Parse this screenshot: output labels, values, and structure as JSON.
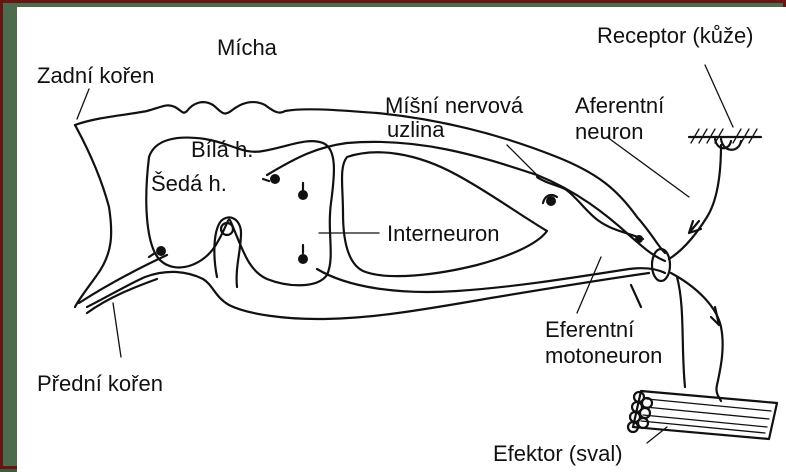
{
  "diagram": {
    "labels": {
      "micha": "Mícha",
      "zadni_koren": "Zadní kořen",
      "bila_h": "Bílá h.",
      "seda_h": "Šedá h.",
      "misni_uzlina_1": "Míšní nervová",
      "misni_uzlina_2": "uzlina",
      "receptor": "Receptor (kůže)",
      "aferentni_1": "Aferentní",
      "aferentni_2": "neuron",
      "interneuron": "Interneuron",
      "eferentni_1": "Eferentní",
      "eferentni_2": "motoneuron",
      "predni_koren": "Přední kořen",
      "efektor": "Efektor (sval)"
    },
    "colors": {
      "frame_border": "#6a1414",
      "frame_fill": "#4e6b4e",
      "canvas": "#ffffff",
      "ink": "#111111"
    }
  }
}
